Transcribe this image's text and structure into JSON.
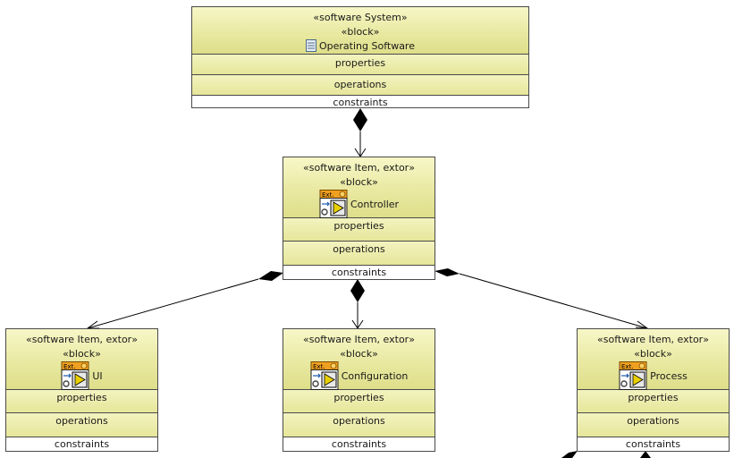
{
  "blocks": {
    "operating_software": {
      "stereotype": "«software System»",
      "kind": "«block»",
      "name": "Operating Software",
      "icon": "system-icon"
    },
    "controller": {
      "stereotype": "«software Item, extor»",
      "kind": "«block»",
      "name": "Controller",
      "icon": "extor-icon"
    },
    "ui": {
      "stereotype": "«software Item, extor»",
      "kind": "«block»",
      "name": "UI",
      "icon": "extor-icon"
    },
    "configuration": {
      "stereotype": "«software Item, extor»",
      "kind": "«block»",
      "name": "Configuration",
      "icon": "extor-icon"
    },
    "process": {
      "stereotype": "«software Item, extor»",
      "kind": "«block»",
      "name": "Process",
      "icon": "extor-icon"
    }
  },
  "compartments": {
    "properties": "properties",
    "operations": "operations",
    "constraints": "constraints"
  },
  "extor_icon_badge": "Ext.",
  "colors": {
    "header_light": "#f7f7c8",
    "header_dark": "#dede8a",
    "border": "#4a4a4a",
    "icon_orange": "#f0a020",
    "connector": "#000000"
  },
  "connectors": [
    {
      "from": "operating_software",
      "to": "controller",
      "type": "composition"
    },
    {
      "from": "controller",
      "to": "ui",
      "type": "composition"
    },
    {
      "from": "controller",
      "to": "configuration",
      "type": "composition"
    },
    {
      "from": "controller",
      "to": "process",
      "type": "composition"
    }
  ]
}
